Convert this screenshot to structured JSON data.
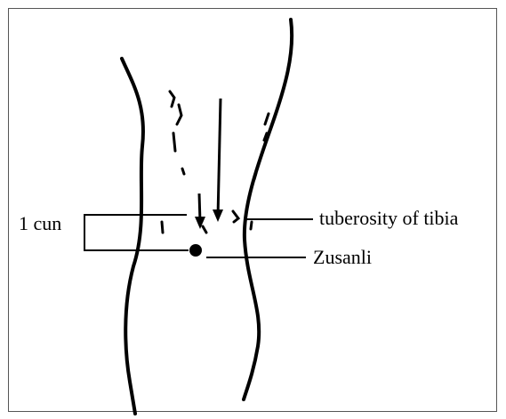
{
  "labels": {
    "measure": "1 cun",
    "landmark": "tuberosity of tibia",
    "acupoint": "Zusanli"
  },
  "colors": {
    "ink": "#000000",
    "background": "#ffffff",
    "frame": "#555555"
  }
}
